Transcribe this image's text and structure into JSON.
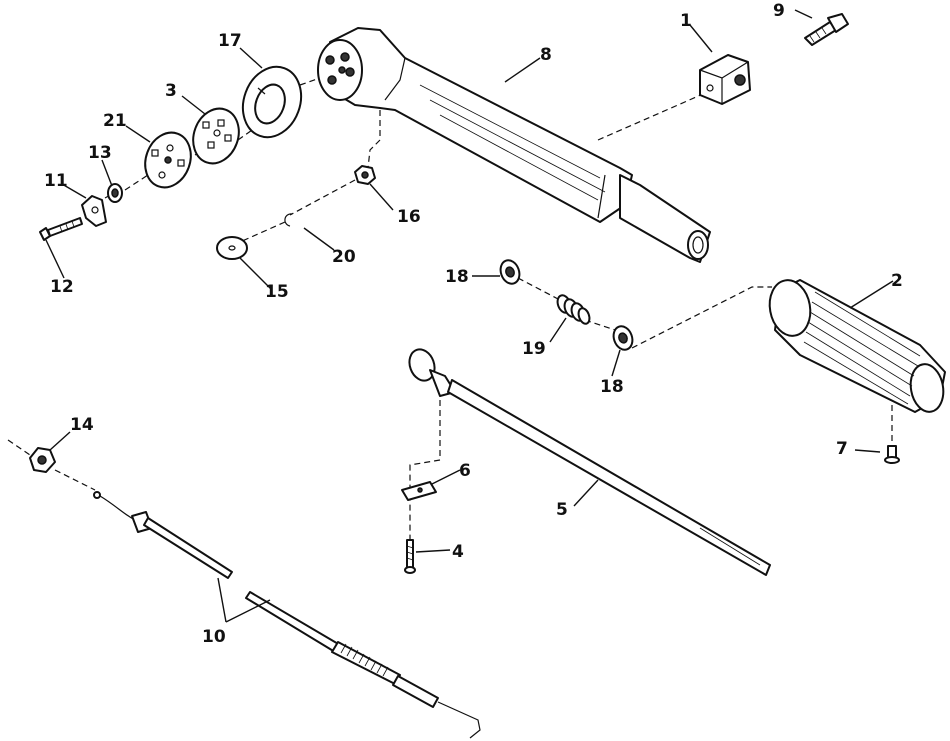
{
  "labels": {
    "l1": "1",
    "l2": "2",
    "l3": "3",
    "l4": "4",
    "l5": "5",
    "l6": "6",
    "l7": "7",
    "l8": "8",
    "l9": "9",
    "l10": "10",
    "l11": "11",
    "l12": "12",
    "l13": "13",
    "l14": "14",
    "l15": "15",
    "l16": "16",
    "l17": "17",
    "l18a": "18",
    "l18b": "18",
    "l19": "19",
    "l20": "20",
    "l21": "21"
  }
}
